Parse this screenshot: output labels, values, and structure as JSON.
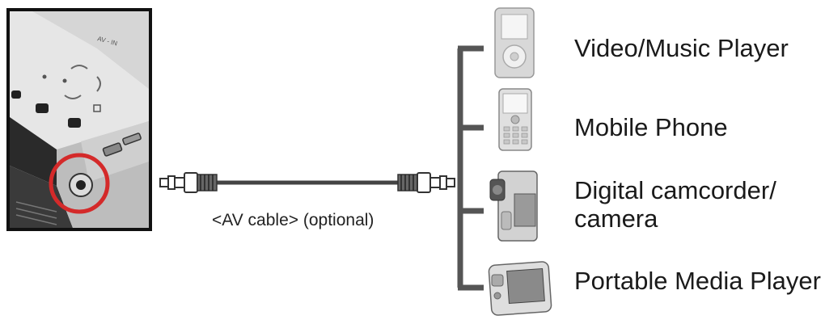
{
  "cable": {
    "label": "<AV cable> (optional)"
  },
  "devices": [
    {
      "name": "video-music-player",
      "line1": "Video/Music Player",
      "line2": "",
      "icon": "music-player-icon"
    },
    {
      "name": "mobile-phone",
      "line1": "Mobile Phone",
      "line2": "",
      "icon": "mobile-phone-icon"
    },
    {
      "name": "digital-camcorder-camera",
      "line1": "Digital camcorder/",
      "line2": "camera",
      "icon": "camcorder-icon"
    },
    {
      "name": "portable-media-player",
      "line1": "Portable Media Player",
      "line2": "",
      "icon": "portable-media-player-icon"
    }
  ],
  "colors": {
    "highlight_circle": "#d42a2a",
    "bracket": "#555555",
    "cable": "#444444"
  }
}
